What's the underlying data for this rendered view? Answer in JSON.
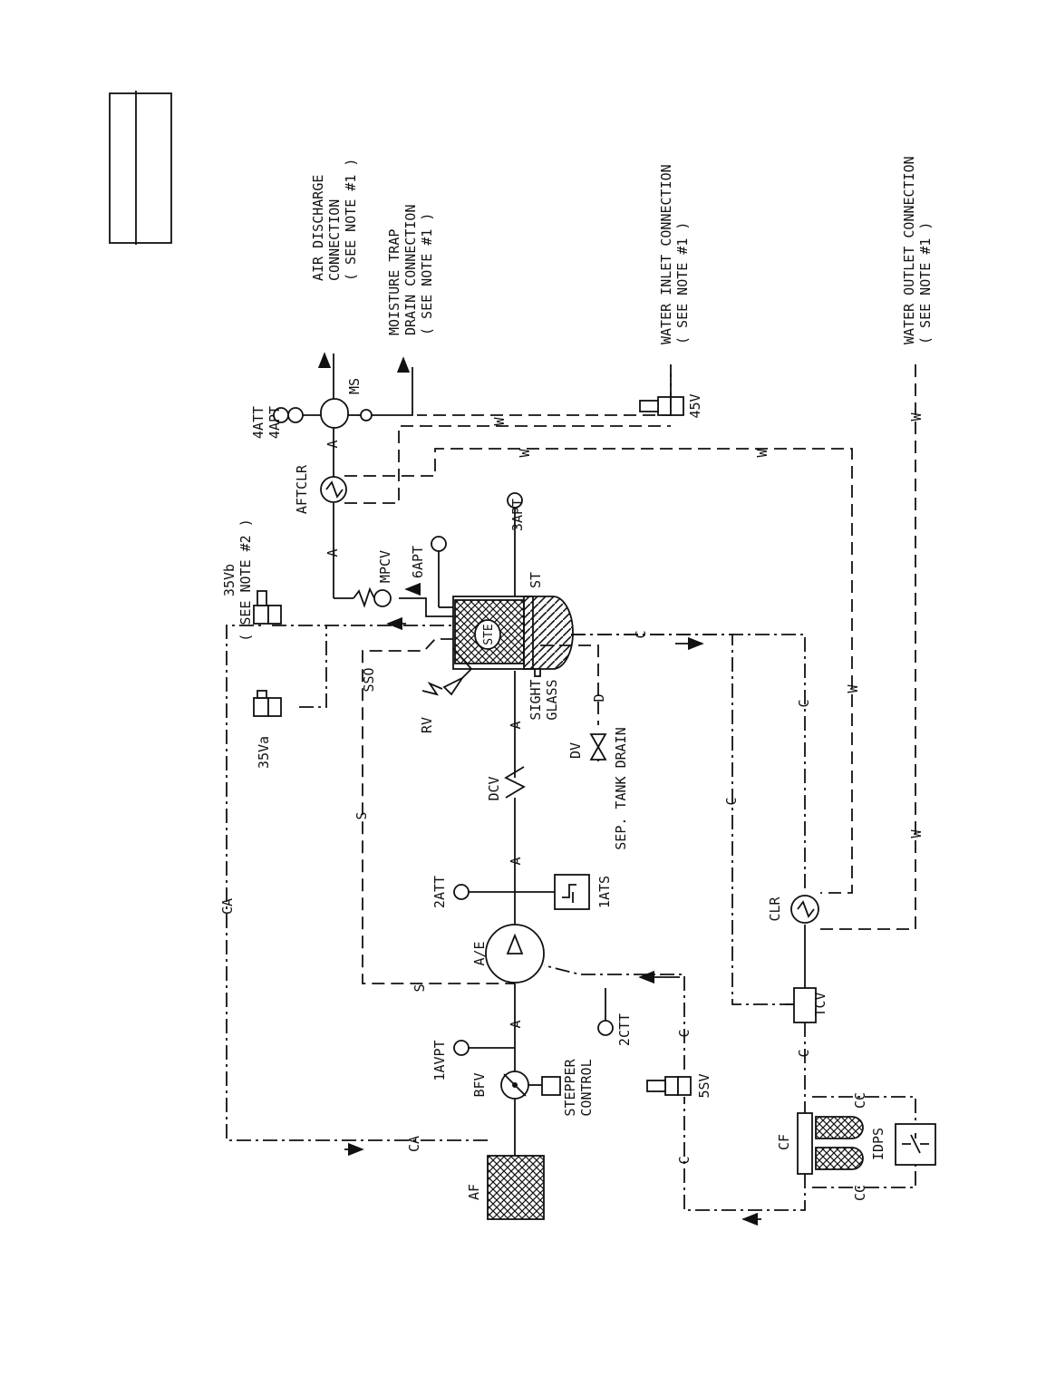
{
  "title_block": {
    "rows": [
      "",
      ""
    ]
  },
  "components": {
    "af": "AF",
    "bfv": "BFV",
    "stepper_control": [
      "STEPPER",
      "CONTROL"
    ],
    "iavpt": "1AVPT",
    "ae": "A/E",
    "att2": "2ATT",
    "ats1": "1ATS",
    "ctt2": "2CTT",
    "sv5": "5SV",
    "dcv": "DCV",
    "rv": "RV",
    "sso": "SSO",
    "sight_glass": [
      "SIGHT",
      "GLASS"
    ],
    "dv": "DV",
    "sep_tank_drain": "SEP. TANK DRAIN",
    "ste": "STE",
    "st": "ST",
    "apt6": "6APT",
    "apt3": "3APT",
    "mpcv": "MPCV",
    "sv35a": "35Va",
    "sv35b": "35Vb",
    "see_note_2": "( SEE NOTE #2 )",
    "aftclr": "AFTCLR",
    "att4": "4ATT",
    "apt4": "4APT",
    "ms": "MS",
    "sv45": "45V",
    "clr": "CLR",
    "tcv": "TCV",
    "cf": "CF",
    "idps": "IDPS"
  },
  "connections": {
    "air_discharge": [
      "AIR DISCHARGE",
      "CONNECTION",
      "( SEE NOTE #1 )"
    ],
    "moisture_trap": [
      "MOISTURE TRAP",
      "DRAIN CONNECTION",
      "( SEE NOTE #1 )"
    ],
    "water_inlet": [
      "WATER INLET CONNECTION",
      "( SEE NOTE #1 )"
    ],
    "water_outlet": [
      "WATER OUTLET CONNECTION",
      "( SEE NOTE #1 )"
    ]
  },
  "line_labels": {
    "air": "A",
    "control_air": "CA",
    "scavenge": "S",
    "coolant": "C",
    "water": "W",
    "drain": "D",
    "coolant_filter": "CC"
  }
}
